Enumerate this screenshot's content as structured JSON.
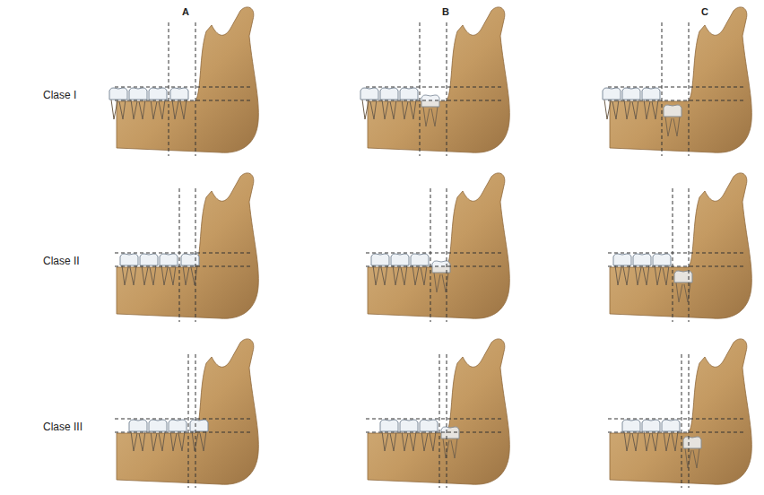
{
  "diagram": {
    "labels": [
      "A",
      "B",
      "C",
      "Clase I",
      "Clase II",
      "Clase III"
    ]
  }
}
